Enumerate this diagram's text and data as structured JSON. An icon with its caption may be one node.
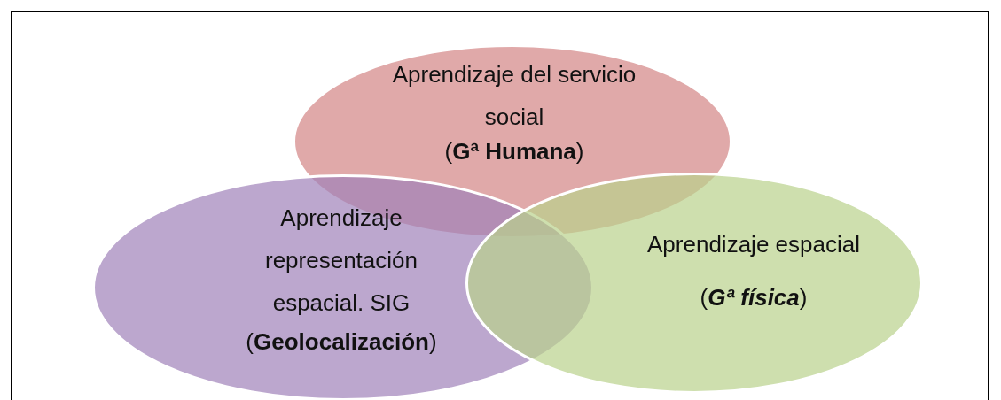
{
  "diagram": {
    "nodes": [
      {
        "text": [
          "Aprendizaje del servicio social",
          "(**Gª Humana**)"
        ]
      },
      {
        "text": [
          "Aprendizaje representación espacial. SIG",
          "(**Geolocalización**)"
        ]
      },
      {
        "text": [
          "Aprendizaje espacial",
          "(*Gª física*)"
        ]
      }
    ]
  }
}
